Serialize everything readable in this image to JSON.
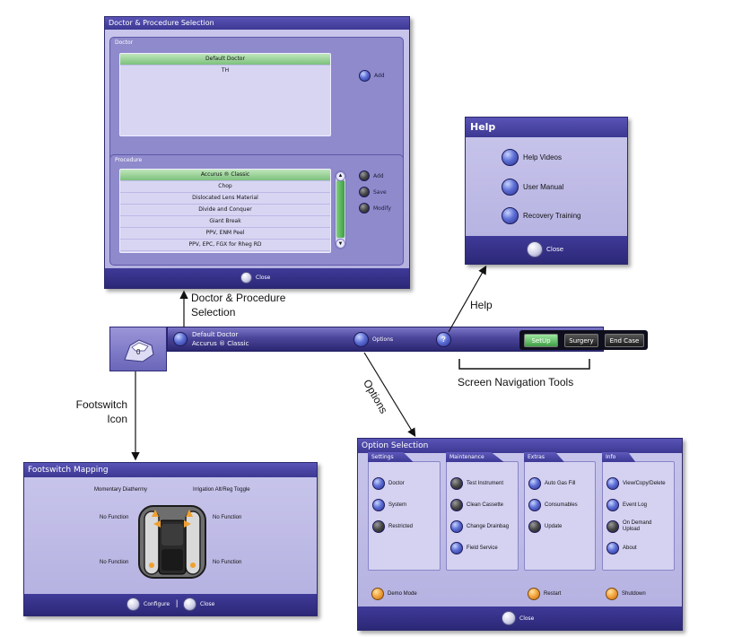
{
  "doctor_dialog": {
    "title": "Doctor & Procedure Selection",
    "doctor_section_label": "Doctor",
    "doctors": [
      "Default Doctor",
      "TH"
    ],
    "add_label": "Add",
    "procedure_section_label": "Procedure",
    "procedures": [
      "Accurus ® Classic",
      "Chop",
      "Dislocated Lens Material",
      "Divide and Conquer",
      "Giant Break",
      "PPV, ENM Peel",
      "PPV, EPC, FGX for Rheg RD"
    ],
    "procedure_actions": [
      "Add",
      "Save",
      "Modify"
    ],
    "close_label": "Close"
  },
  "help_dialog": {
    "title": "Help",
    "items": [
      "Help Videos",
      "User Manual",
      "Recovery Training"
    ],
    "close_label": "Close"
  },
  "main_bar": {
    "footswitch_value": "0",
    "doctor_name": "Default Doctor",
    "procedure_name": "Accurus ® Classic",
    "options_label": "Options",
    "help_symbol": "?",
    "nav_buttons": [
      "SetUp",
      "Surgery",
      "End Case"
    ],
    "active_nav": "SetUp"
  },
  "footswitch_dialog": {
    "title": "Footswitch Mapping",
    "top_left": "Momentary Diathermy",
    "top_right": "Irrigation Alt/Reg Toggle",
    "mid_left": "No Function",
    "mid_right": "No Function",
    "bot_left": "No Function",
    "bot_right": "No Function",
    "configure_label": "Configure",
    "separator": "|",
    "close_label": "Close"
  },
  "options_dialog": {
    "title": "Option Selection",
    "columns": [
      {
        "tab": "Settings",
        "items": [
          {
            "label": "Doctor",
            "style": "blue"
          },
          {
            "label": "System",
            "style": "blue"
          },
          {
            "label": "Restricted",
            "style": "dark"
          }
        ]
      },
      {
        "tab": "Maintenance",
        "items": [
          {
            "label": "Test Instrument",
            "style": "dark"
          },
          {
            "label": "Clean Cassette",
            "style": "dark"
          },
          {
            "label": "Change Drainbag",
            "style": "blue"
          },
          {
            "label": "Field Service",
            "style": "blue"
          }
        ]
      },
      {
        "tab": "Extras",
        "items": [
          {
            "label": "Auto Gas Fill",
            "style": "blue"
          },
          {
            "label": "Consumables",
            "style": "blue"
          },
          {
            "label": "Update",
            "style": "dark"
          }
        ]
      },
      {
        "tab": "Info",
        "items": [
          {
            "label": "View/Copy/Delete",
            "style": "blue"
          },
          {
            "label": "Event Log",
            "style": "blue"
          },
          {
            "label": "On Demand Upload",
            "style": "dark"
          },
          {
            "label": "About",
            "style": "blue"
          }
        ]
      }
    ],
    "demo_mode_label": "Demo Mode",
    "restart_label": "Restart",
    "shutdown_label": "Shutdown",
    "close_label": "Close"
  },
  "annotations": {
    "doctor_procedure": "Doctor & Procedure\nSelection",
    "help": "Help",
    "options": "Options",
    "footswitch": "Footswitch\nIcon",
    "nav_tools": "Screen Navigation Tools"
  }
}
